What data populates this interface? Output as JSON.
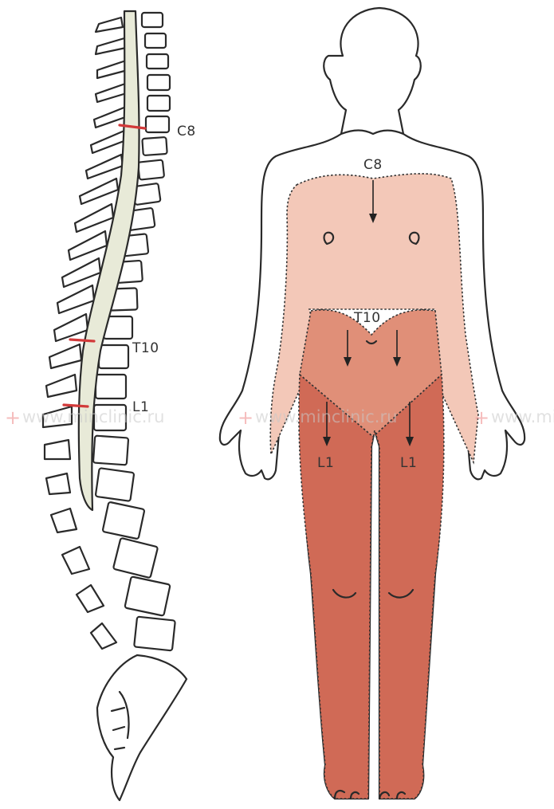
{
  "spine": {
    "markers": [
      {
        "label": "C8",
        "color": "#d23a3a"
      },
      {
        "label": "T10",
        "color": "#d23a3a"
      },
      {
        "label": "L1",
        "color": "#d23a3a"
      }
    ]
  },
  "body": {
    "zones": [
      {
        "label": "C8",
        "color": "#f3c8b8"
      },
      {
        "label": "T10",
        "color": "#e08f78"
      },
      {
        "label": "L1",
        "color": "#d06a56"
      }
    ],
    "zone_labels": {
      "c8": "C8",
      "t10": "T10",
      "l1_left": "L1",
      "l1_right": "L1"
    }
  },
  "watermark": {
    "text": "www.minclinic.ru"
  }
}
